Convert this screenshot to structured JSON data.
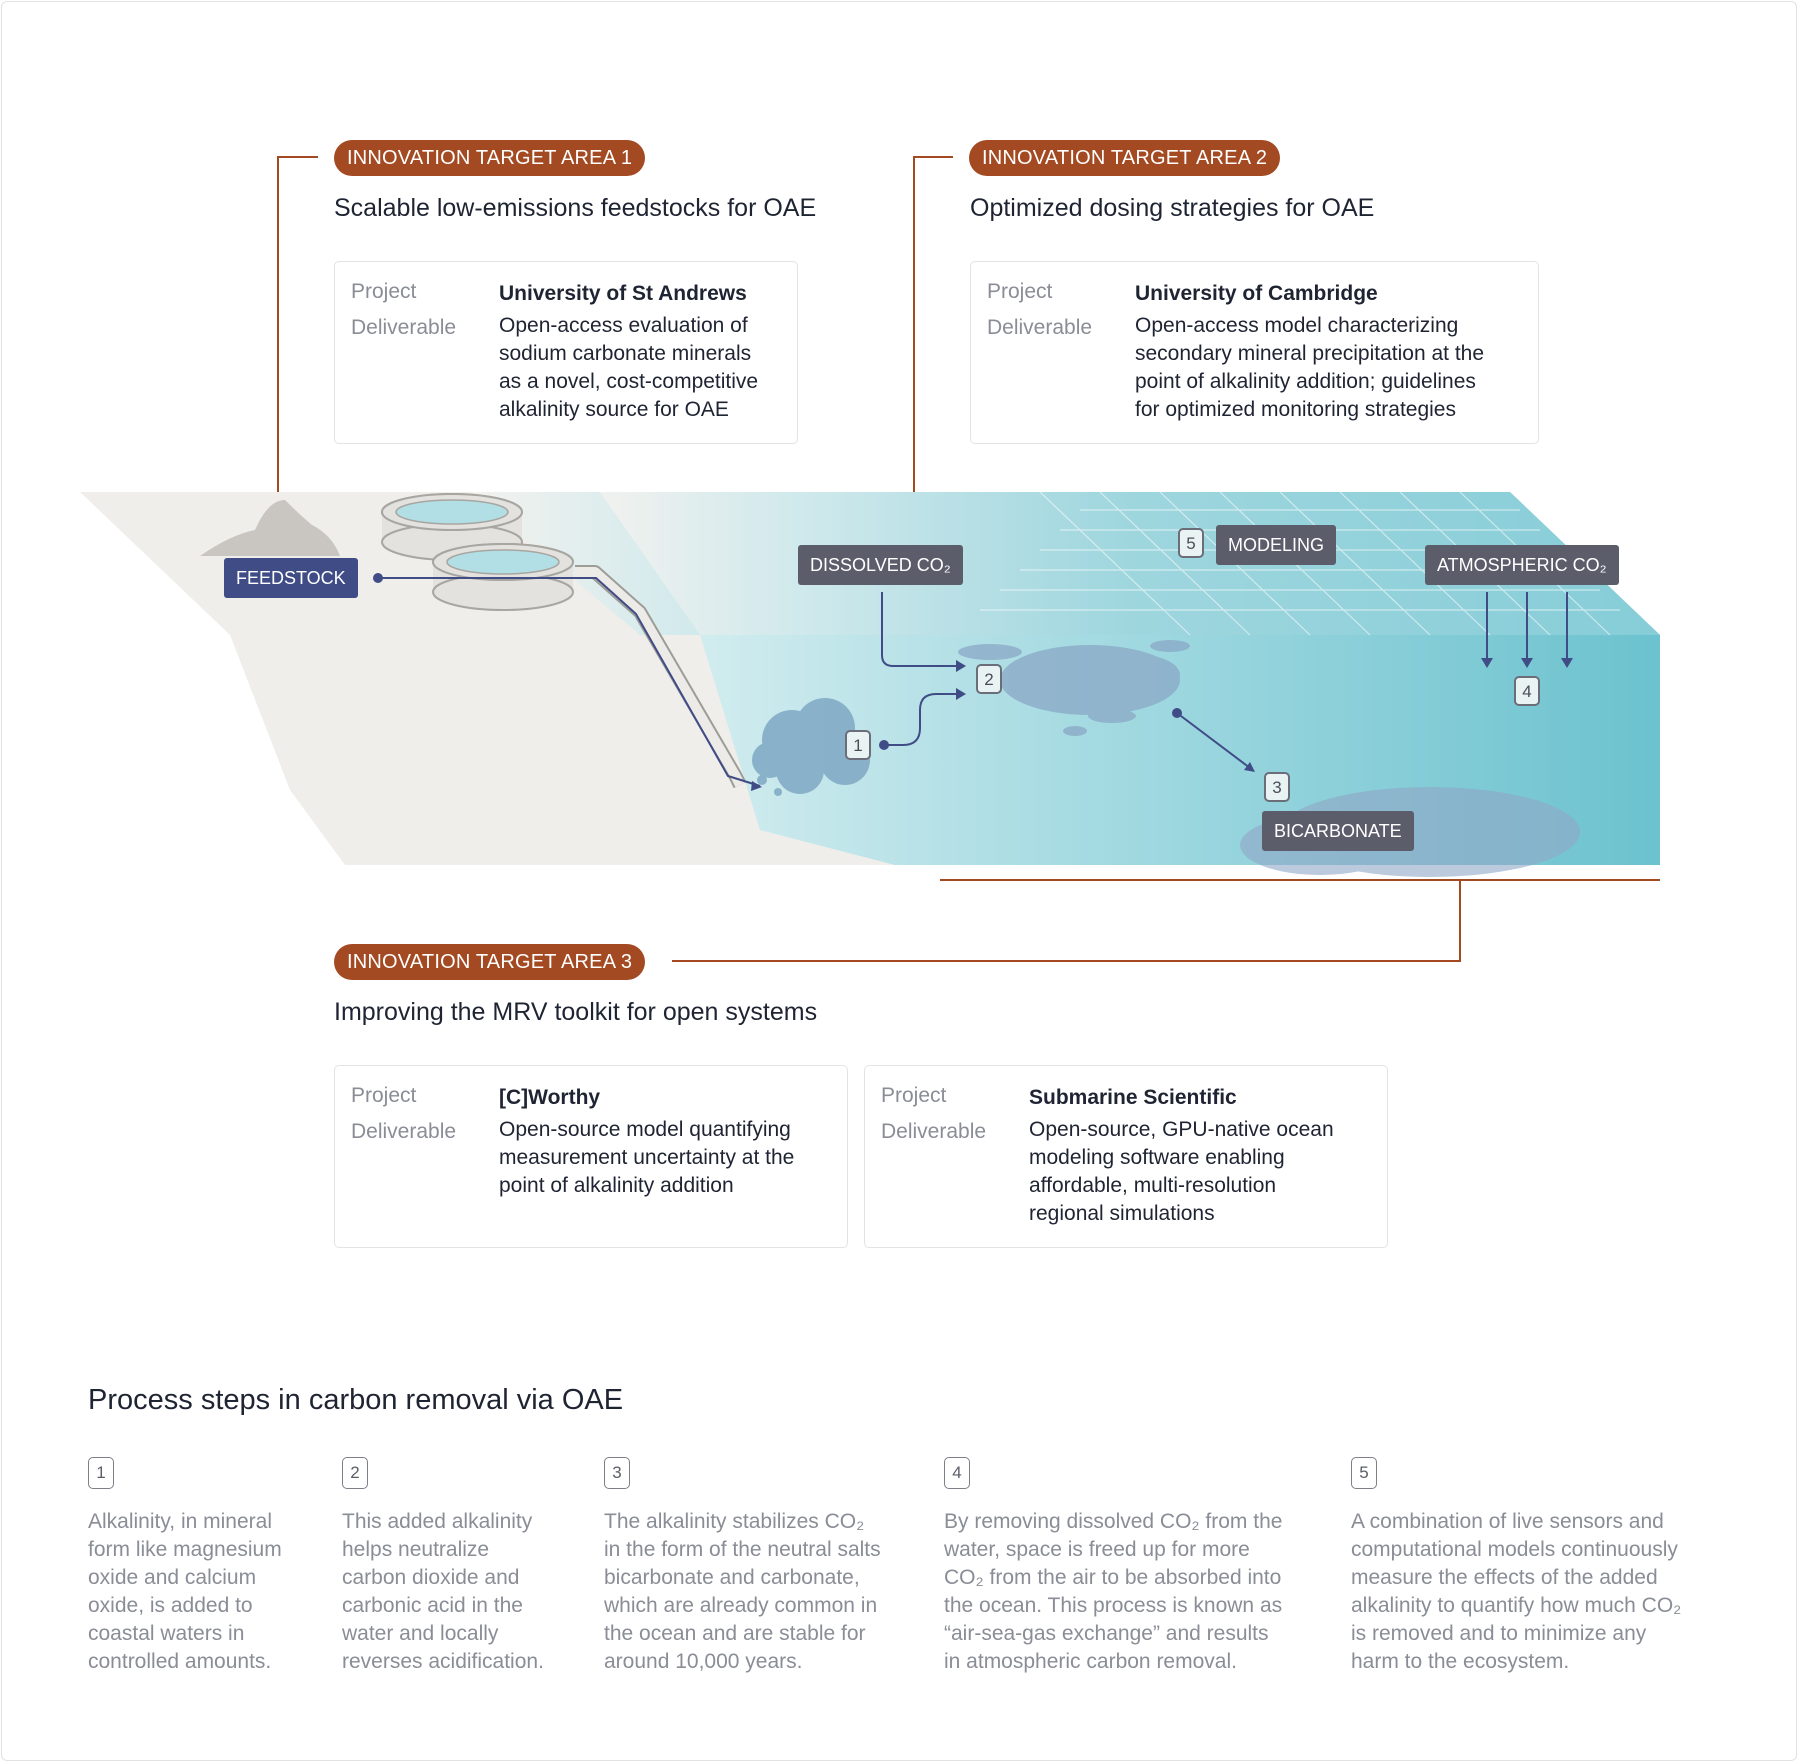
{
  "areas": [
    {
      "badge": "INNOVATION TARGET AREA 1",
      "title": "Scalable low-emissions feedstocks for OAE",
      "cards": [
        {
          "project_label": "Project",
          "deliverable_label": "Deliverable",
          "project": "University of St Andrews",
          "deliverable": [
            "Open-access evaluation of",
            "sodium carbonate minerals",
            "as a novel, cost-competitive",
            "alkalinity source for OAE"
          ]
        }
      ]
    },
    {
      "badge": "INNOVATION TARGET AREA 2",
      "title": "Optimized dosing strategies for OAE",
      "cards": [
        {
          "project_label": "Project",
          "deliverable_label": "Deliverable",
          "project": "University of Cambridge",
          "deliverable": [
            "Open-access model characterizing",
            "secondary mineral precipitation at the",
            "point of alkalinity addition; guidelines",
            "for optimized monitoring strategies"
          ]
        }
      ]
    },
    {
      "badge": "INNOVATION TARGET AREA 3",
      "title": "Improving the MRV toolkit for open systems",
      "cards": [
        {
          "project_label": "Project",
          "deliverable_label": "Deliverable",
          "project": "[C]Worthy",
          "deliverable": [
            "Open-source model quantifying",
            "measurement uncertainty  at the",
            "point of alkalinity addition"
          ]
        },
        {
          "project_label": "Project",
          "deliverable_label": "Deliverable",
          "project": "Submarine Scientific",
          "deliverable": [
            "Open-source, GPU-native ocean",
            "modeling software enabling",
            "affordable, multi-resolution",
            "regional simulations"
          ]
        }
      ]
    }
  ],
  "diagram_labels": {
    "feedstock": "FEEDSTOCK",
    "dissolved_co2": "DISSOLVED CO₂",
    "modeling": "MODELING",
    "atmospheric_co2": "ATMOSPHERIC CO₂",
    "bicarbonate": "BICARBONATE",
    "markers": [
      "1",
      "2",
      "3",
      "4",
      "5"
    ]
  },
  "colors": {
    "accent": "#a44a22",
    "feedstock_tag": "#3f4c86",
    "label_tag": "#5b5d6b",
    "ocean": "#7fcbd6",
    "land": "#f0eeeb"
  },
  "process": {
    "title": "Process steps in carbon removal via OAE",
    "steps": [
      {
        "num": "1",
        "lines": [
          "Alkalinity, in mineral",
          "form like magnesium",
          "oxide and calcium",
          "oxide, is added to",
          "coastal waters in",
          "controlled amounts."
        ]
      },
      {
        "num": "2",
        "lines": [
          "This added alkalinity",
          "helps neutralize",
          "carbon dioxide and",
          "carbonic acid in the",
          "water and locally",
          "reverses acidification."
        ]
      },
      {
        "num": "3",
        "lines": [
          "The alkalinity stabilizes CO₂",
          "in the form of the neutral salts",
          "bicarbonate and carbonate,",
          "which are already common in",
          "the ocean and are stable for",
          "around 10,000 years."
        ]
      },
      {
        "num": "4",
        "lines": [
          "By removing dissolved CO₂ from the",
          "water, space is freed up for more",
          "CO₂ from the air to be absorbed into",
          "the ocean. This process is known as",
          "“air-sea-gas exchange” and results",
          "in atmospheric carbon removal."
        ]
      },
      {
        "num": "5",
        "lines": [
          "A combination of live sensors and",
          "computational models continuously",
          "measure the effects of the added",
          "alkalinity to quantify how much CO₂",
          "is removed and to minimize any",
          "harm to the ecosystem."
        ]
      }
    ]
  }
}
